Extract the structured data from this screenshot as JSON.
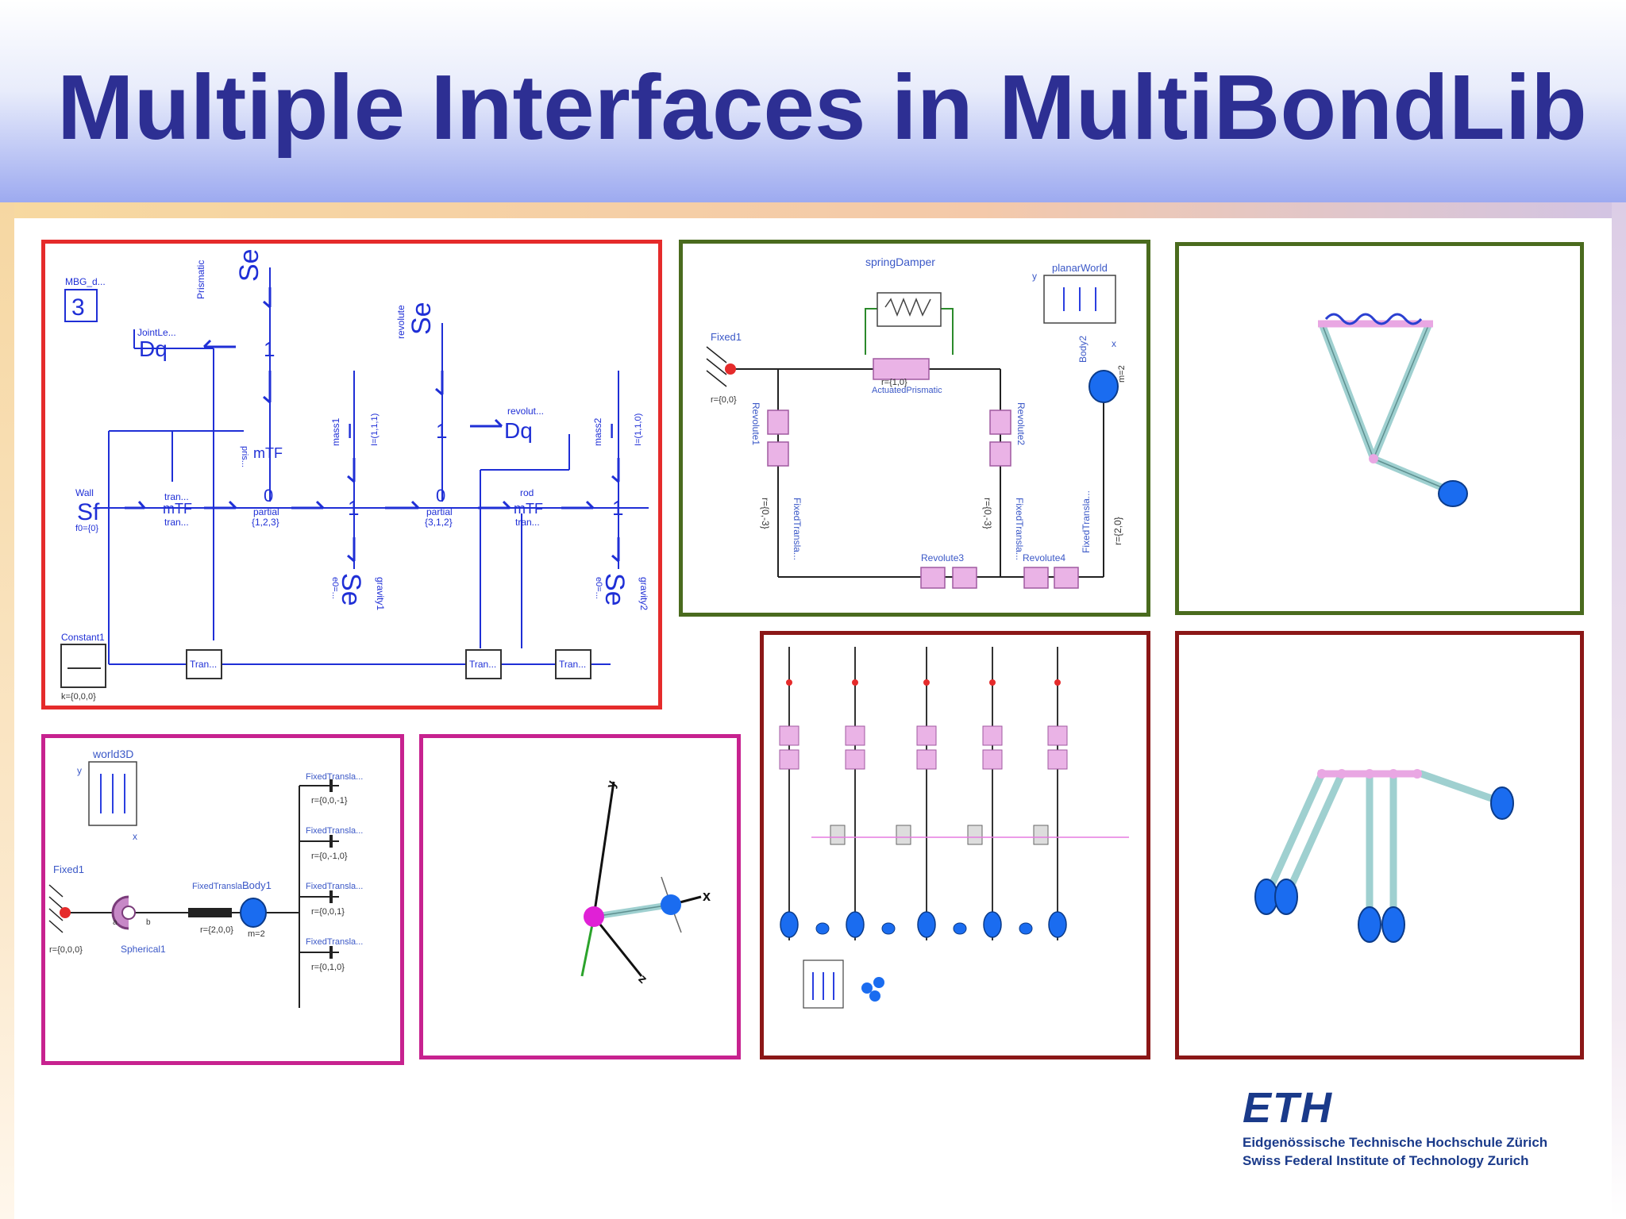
{
  "slide": {
    "title": "Multiple Interfaces in MultiBondLib"
  },
  "logo": {
    "mark": "ETH",
    "line1": "Eidgenössische Technische Hochschule Zürich",
    "line2": "Swiss Federal Institute of Technology Zurich"
  },
  "colors": {
    "title": "#2d2f93",
    "bondgraph_border": "#e52b2b",
    "planar_border": "#4a6b1e",
    "spatial_border": "#c7228f",
    "pendulum_border": "#8b1717",
    "bond_blue": "#1f2fd6",
    "body_blue": "#1a6cf0",
    "joint_pink": "#e9a7e3"
  },
  "bondgraph": {
    "mbg": "MBG_d...",
    "mbg_num": "3",
    "prismatic": "Prismatic",
    "se": "Se",
    "e0": "e0=...",
    "joint": "JointLe...",
    "dq": "Dq",
    "one": "1",
    "zero": "0",
    "revolute": "revolute",
    "revolut": "revolut...",
    "mass1": "mass1",
    "mass2": "mass2",
    "i_param": "I=(1,1,1)",
    "i_param2": "I=(1,1,0)",
    "i": "I",
    "wall": "Wall",
    "sf": "Sf",
    "f0": "f0={0}",
    "tran": "tran...",
    "mtf": "mTF",
    "pris": "pris...",
    "partial": "partial",
    "p123": "{1,2,3}",
    "p312": "{3,1,2}",
    "rod": "rod",
    "gravity1": "gravity1",
    "gravity2": "gravity2",
    "constant": "Constant1",
    "k": "k={0,0,0}",
    "tranbox": "Tran..."
  },
  "planar": {
    "spring": "springDamper",
    "world": "planarWorld",
    "fixed": "Fixed1",
    "r0": "r={0,0}",
    "rev1": "Revolute1",
    "rev2": "Revolute2",
    "rev3": "Revolute3",
    "rev4": "Revolute4",
    "act": "ActuatedPrismatic",
    "act_r": "r={1,0}",
    "body": "Body2",
    "m": "m=2",
    "ft1": "FixedTransla...",
    "ft2": "FixedTransla...",
    "ft3": "FixedTransla...",
    "r1": "r={0,-3}",
    "r2": "r={0,-3}",
    "r3": "r={2,0}",
    "x": "x",
    "y": "y"
  },
  "spatial": {
    "world": "world3D",
    "fixed": "Fixed1",
    "r0": "r={0,0,0}",
    "spherical": "Spherical1",
    "ft": "FixedTransla...",
    "r200": "r={2,0,0}",
    "body": "Body1",
    "m": "m=2",
    "ft_r1": "r={0,0,-1}",
    "ft_r2": "r={0,-1,0}",
    "ft_r3": "r={0,0,1}",
    "ft_r4": "r={0,1,0}",
    "a": "a",
    "b": "b",
    "x": "x",
    "y": "y"
  },
  "axes3d": {
    "x": "x",
    "y": "y",
    "z": "z"
  }
}
